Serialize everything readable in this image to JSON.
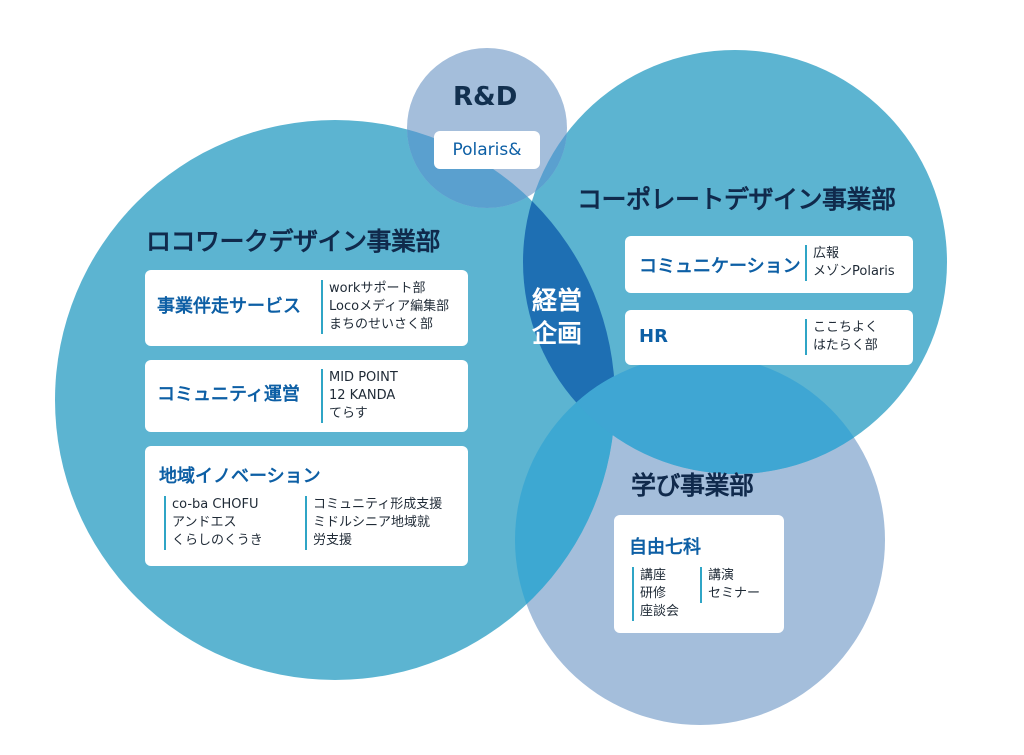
{
  "groups": {
    "rnd": {
      "title": "R&D",
      "tag": "Polaris&"
    },
    "corporate": {
      "title": "コーポレートデザイン事業部",
      "cards": [
        {
          "name": "コミュニケーション",
          "items": [
            "広報",
            "メゾンPolaris"
          ]
        },
        {
          "name": "HR",
          "items": [
            "ここちよく",
            "はたらく部"
          ]
        }
      ]
    },
    "localwork": {
      "title": "ロコワークデザイン事業部",
      "cards": [
        {
          "name": "事業伴走サービス",
          "items": [
            "workサポート部",
            "Locoメディア編集部",
            "まちのせいさく部"
          ]
        },
        {
          "name": "コミュニティ運営",
          "items": [
            "MID POINT",
            "12 KANDA",
            "てらす"
          ]
        },
        {
          "name": "地域イノベーション",
          "items_left": [
            "co-ba CHOFU",
            "アンドエス",
            "くらしのくうき"
          ],
          "items_right": [
            "コミュニティ形成支援",
            "ミドルシニア地域就",
            "労支援"
          ]
        }
      ]
    },
    "learning": {
      "title": "学び事業部",
      "card": {
        "name": "自由七科",
        "items_left": [
          "講座",
          "研修",
          "座談会"
        ],
        "items_right": [
          "講演",
          "セミナー"
        ]
      }
    },
    "center": {
      "lines": [
        "経営",
        "企画"
      ]
    }
  },
  "colors": {
    "big_circle": "#4aaed0",
    "rnd_circle": "#8fb0d5",
    "learning_circle": "#8fb0d5",
    "lens": "#1a73b8",
    "title_text": "#102a4c",
    "card_title": "#0d5fa5",
    "divider": "#2fa5c6"
  }
}
